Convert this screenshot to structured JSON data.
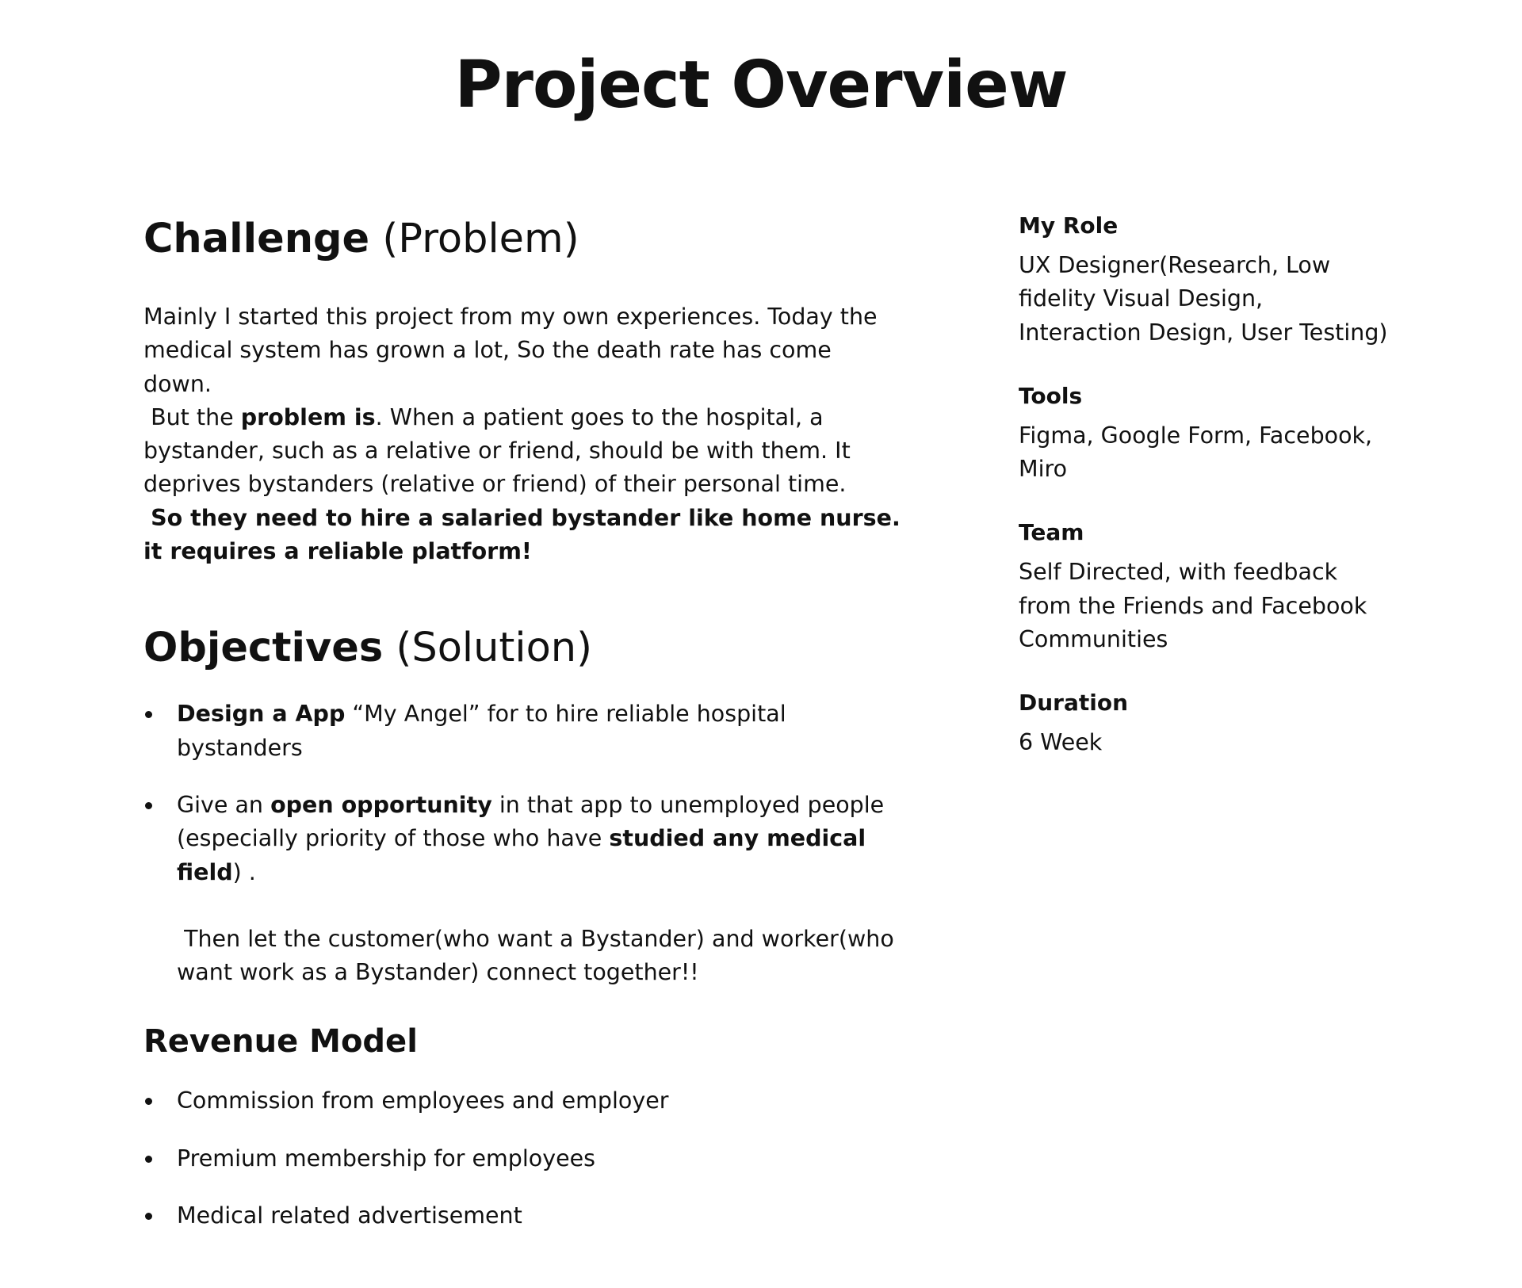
{
  "title": "Project Overview",
  "challenge": {
    "heading_strong": "Challenge",
    "heading_light": "(Problem)",
    "p1": "Mainly I started this project from my own experiences. Today the medical system has grown a lot, So the death rate has come down.",
    "p2_pre": "But the",
    "p2_bold": "problem is",
    "p2_post": ". When a patient goes to the hospital, a bystander, such as a relative or friend, should be with them. It deprives bystanders (relative or friend) of their personal time.",
    "p3_bold": "So they need to hire a salaried bystander like home nurse. it requires a reliable platform!"
  },
  "objectives": {
    "heading_strong": "Objectives",
    "heading_light": "(Solution)",
    "item1_bold": "Design a App",
    "item1_rest": "“My Angel” for to hire reliable hospital bystanders",
    "item2_pre": "Give an",
    "item2_bold1": "open opportunity",
    "item2_mid": "in that app to unemployed people (especially priority of those who have",
    "item2_bold2": "studied any medical field",
    "item2_post": ") .",
    "item2_para2": "Then let the customer(who want a Bystander)  and worker(who want work as a Bystander) connect together!!"
  },
  "revenue": {
    "heading": "Revenue Model",
    "items": [
      "Commission from employees and employer",
      "Premium membership for employees",
      "Medical related advertisement"
    ]
  },
  "sidebar": {
    "role_label": "My Role",
    "role_value": "UX Designer(Research, Low fidelity Visual Design, Interaction Design, User Testing)",
    "tools_label": "Tools",
    "tools_value": "Figma, Google Form, Facebook, Miro",
    "team_label": "Team",
    "team_value": "Self Directed, with feedback from the Friends and Facebook Communities",
    "duration_label": "Duration",
    "duration_value": "6 Week"
  }
}
